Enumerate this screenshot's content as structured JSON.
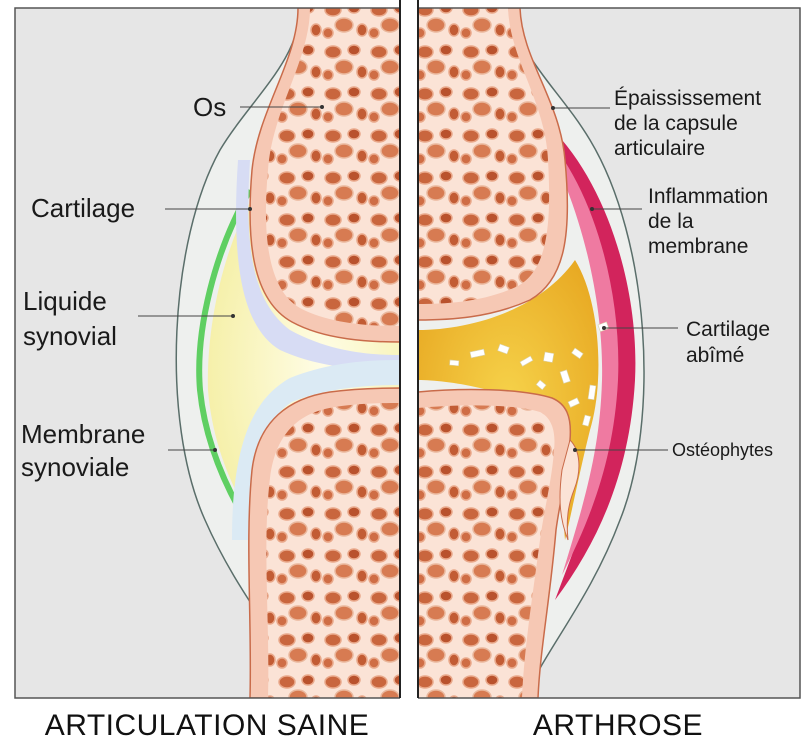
{
  "left_labels": {
    "os": "Os",
    "cartilage": "Cartilage",
    "liquide_line1": "Liquide",
    "liquide_line2": "synovial",
    "membrane_line1": "Membrane",
    "membrane_line2": "synoviale"
  },
  "right_labels": {
    "capsule_line1": "Épaississement",
    "capsule_line2": "de la capsule",
    "capsule_line3": "articulaire",
    "inflammation_line1": "Inflammation",
    "inflammation_line2": "de la",
    "inflammation_line3": "membrane",
    "cartilage_line1": "Cartilage",
    "cartilage_line2": "abîmé",
    "osteophytes": "Ostéophytes"
  },
  "captions": {
    "left": "ARTICULATION SAINE",
    "right": "ARTHROSE"
  },
  "colors": {
    "background": "#e6e6e6",
    "capsule": "#eef0ee",
    "bone_cortex": "#f6c8b4",
    "bone_spongy": "#c9663e",
    "cartilage_healthy": "#d7dcf4",
    "synovial_fluid": "#fbf6c8",
    "synovial_membrane": "#5fcf62",
    "inflamed_membrane": "#d2245c",
    "damaged_cartilage": "#f2c93a"
  }
}
